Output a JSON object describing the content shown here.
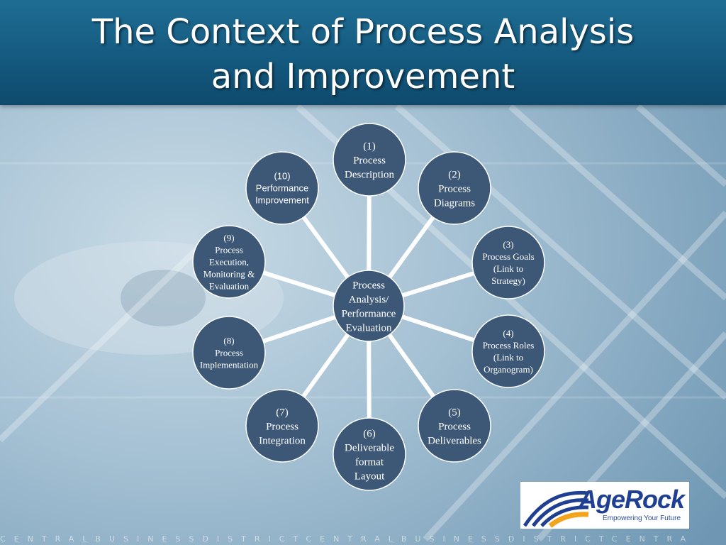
{
  "slide": {
    "title_line1": "The Context of Process Analysis",
    "title_line2": "and Improvement"
  },
  "diagram": {
    "center": [
      "Process",
      "Analysis/",
      "Performance",
      "Evaluation"
    ],
    "nodes": [
      {
        "id": "1",
        "lines": [
          "(1)",
          "Process",
          "Description"
        ]
      },
      {
        "id": "2",
        "lines": [
          "(2)",
          "Process",
          "Diagrams"
        ]
      },
      {
        "id": "3",
        "lines": [
          "(3)",
          "Process Goals",
          "(Link to",
          "Strategy)"
        ]
      },
      {
        "id": "4",
        "lines": [
          "(4)",
          "Process Roles",
          "(Link to",
          "Organogram)"
        ]
      },
      {
        "id": "5",
        "lines": [
          "(5)",
          "Process",
          "Deliverables"
        ]
      },
      {
        "id": "6",
        "lines": [
          "(6)",
          "Deliverable",
          "format",
          "Layout"
        ]
      },
      {
        "id": "7",
        "lines": [
          "(7)",
          "Process",
          "Integration"
        ]
      },
      {
        "id": "8",
        "lines": [
          "(8)",
          "Process",
          "Implementation"
        ]
      },
      {
        "id": "9",
        "lines": [
          "(9)",
          "Process",
          "Execution,",
          "Monitoring &",
          "Evaluation"
        ]
      },
      {
        "id": "10",
        "lines": [
          "(10)",
          "Performance",
          "Improvement"
        ]
      }
    ],
    "colors": {
      "node_fill": "#3d5876",
      "node_stroke": "#ffffff",
      "connector": "#ffffff"
    }
  },
  "footer": {
    "watermark": "CENTRALBUSINESSDISTRICTCENTRALBUSINESSDISTRICTCENTRA"
  },
  "logo": {
    "name": "AgeRock",
    "tagline": "Empowering Your Future"
  }
}
